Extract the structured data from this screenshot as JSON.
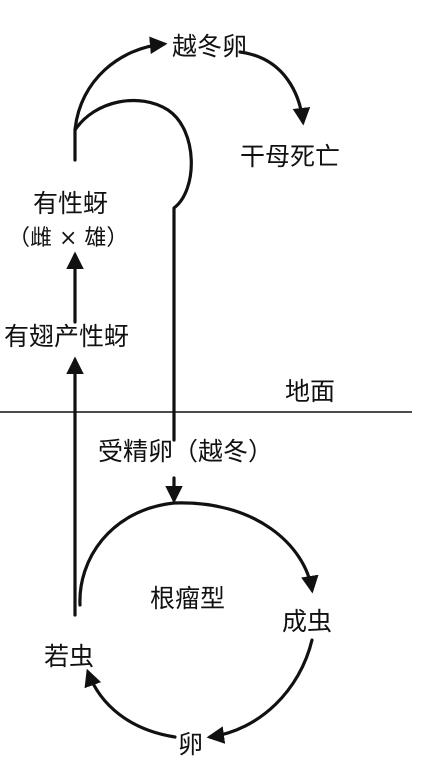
{
  "nodes": {
    "overwintering_egg": "越冬卵",
    "stem_mother_dies": "干母死亡",
    "sexual_aphid": "有性蚜",
    "sexual_aphid_sub": "（雌 × 雄）",
    "winged_sexupara": "有翅产性蚜",
    "ground": "地面",
    "fertilized_egg": "受精卵（越冬）",
    "cycle_name": "根瘤型",
    "adult": "成虫",
    "egg": "卵",
    "nymph": "若虫"
  }
}
